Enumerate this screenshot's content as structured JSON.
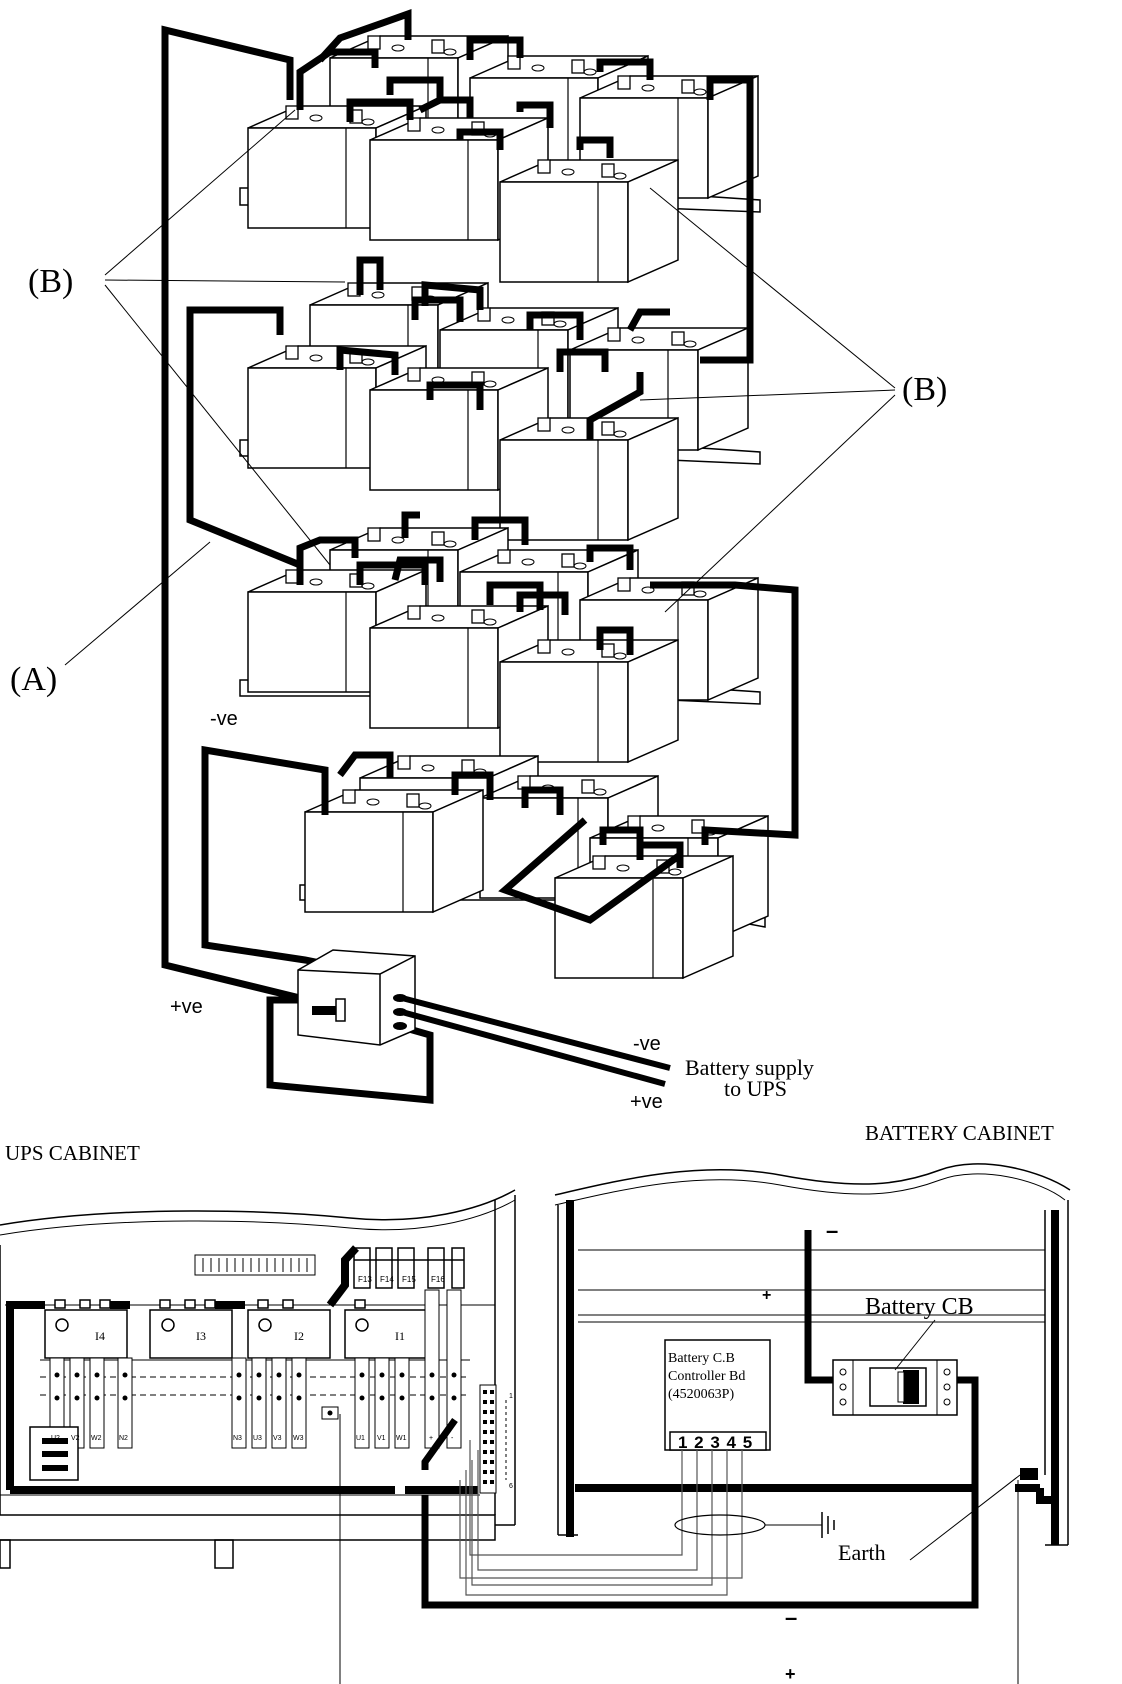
{
  "labels": {
    "callout_b_left": "(B)",
    "callout_b_right": "(B)",
    "callout_a": "(A)",
    "neg_top": "-ve",
    "pos_left": "+ve",
    "neg_supply": "-ve",
    "pos_supply": "+ve",
    "supply_line1": "Battery supply",
    "supply_line2": "to UPS",
    "ups_cabinet": "UPS CABINET",
    "battery_cabinet": "BATTERY CABINET",
    "battery_cb": "Battery CB",
    "controller_line1": "Battery C.B",
    "controller_line2": "Controller Bd",
    "controller_line3": "(4520063P)",
    "controller_pins": "1 2 3 4 5",
    "earth": "Earth",
    "minus_top": "–",
    "plus_mid": "+",
    "minus_bottom": "–",
    "plus_bottom": "+",
    "module_i4": "I4",
    "module_i3": "I3",
    "module_i2": "I2",
    "module_i1": "I1",
    "fuse_f13": "F13",
    "fuse_f14": "F14",
    "fuse_f15": "F15",
    "fuse_f16": "F16",
    "term_u2": "U2",
    "term_v2": "V2",
    "term_w2": "W2",
    "term_n2": "N2",
    "term_n3": "N3",
    "term_u3": "U3",
    "term_v3": "V3",
    "term_w3": "W3",
    "term_u1": "U1",
    "term_v1": "V1",
    "term_w1": "W1",
    "term_plus": "+",
    "term_minus": "-",
    "conn_1": "1",
    "conn_6": "6"
  },
  "colors": {
    "ink": "#000000",
    "paper": "#ffffff",
    "line": "#555555"
  }
}
